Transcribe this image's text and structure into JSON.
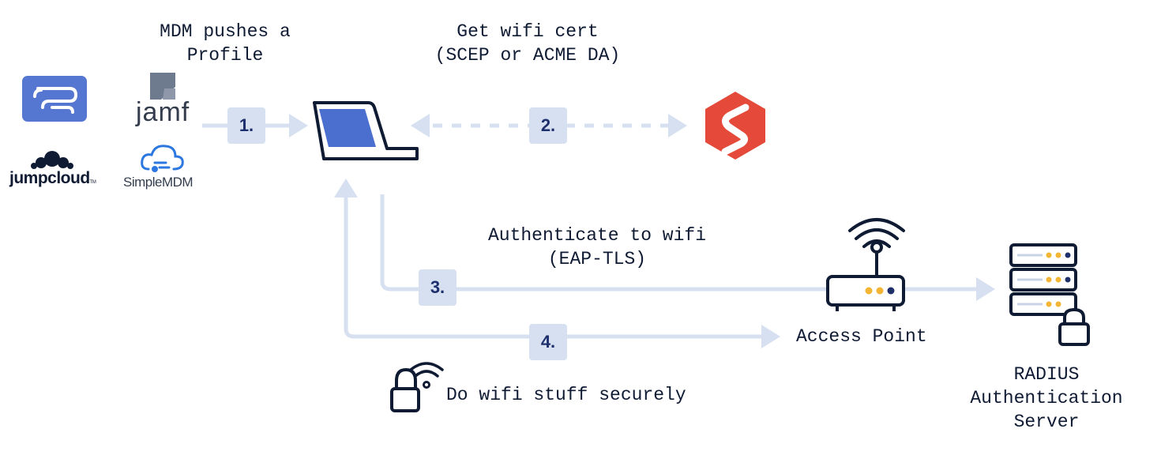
{
  "labels": {
    "mdm_push": [
      "MDM pushes a",
      "Profile"
    ],
    "get_cert": [
      "Get wifi cert",
      "(SCEP or ACME DA)"
    ],
    "authenticate": [
      "Authenticate to wifi",
      "(EAP-TLS)"
    ],
    "access_point": "Access Point",
    "radius": [
      "RADIUS",
      "Authentication",
      "Server"
    ],
    "secure": "Do wifi stuff securely"
  },
  "steps": [
    "1.",
    "2.",
    "3.",
    "4."
  ],
  "brands": {
    "jamf": "jamf",
    "jumpcloud": "jumpcloud",
    "jumpcloud_tm": "TM",
    "simplemdm": "SimpleMDM"
  },
  "colors": {
    "arrow": "#d6e0f0",
    "navy": "#0f1a33",
    "badge_text": "#1e2f6e",
    "laptop_screen": "#4a6fce",
    "apple_bg": "#5577d1",
    "smallstep_red": "#e5493a",
    "led_yellow": "#f2b534",
    "led_navy": "#1f2f6a",
    "jamf_gray": "#6e7a8e",
    "simplemdm_blue": "#2d77e0"
  }
}
